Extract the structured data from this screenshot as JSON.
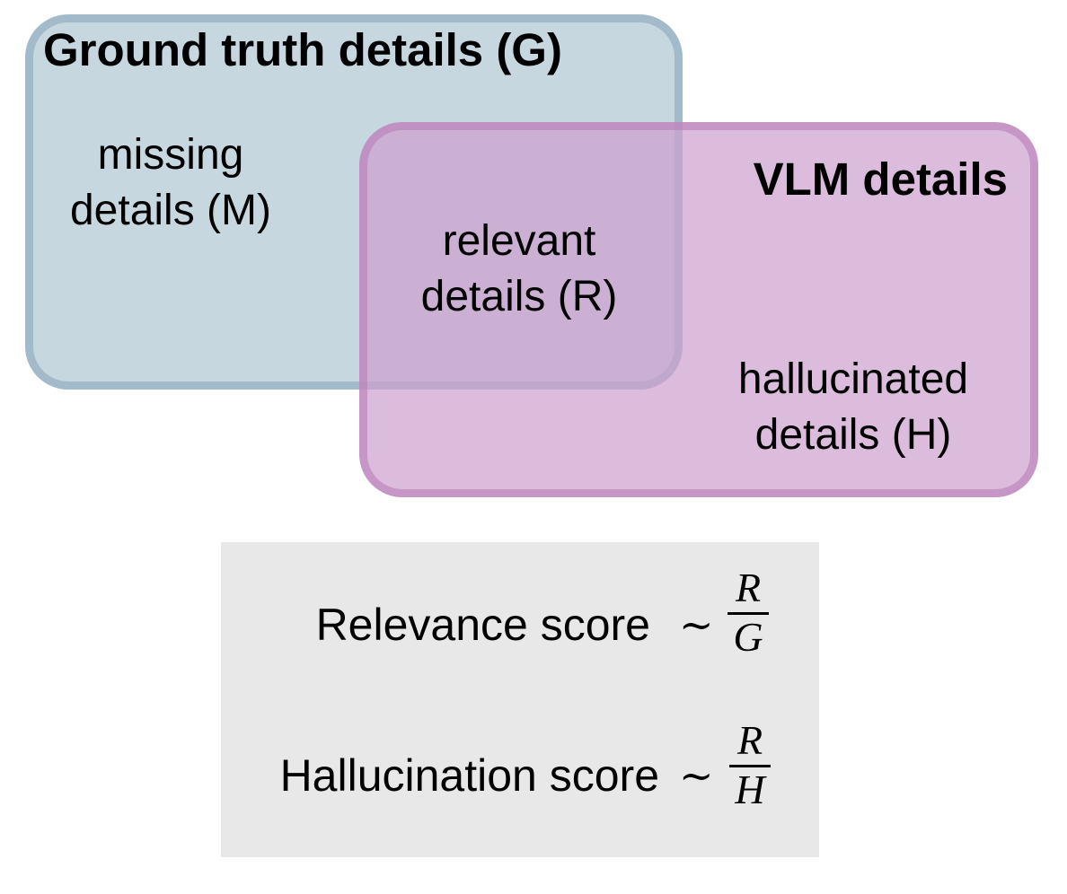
{
  "venn": {
    "ground_truth_title": "Ground truth details (G)",
    "vlm_title": "VLM details",
    "missing_line1": "missing",
    "missing_line2": "details (M)",
    "relevant_line1": "relevant",
    "relevant_line2": "details (R)",
    "hallucinated_line1": "hallucinated",
    "hallucinated_line2": "details (H)"
  },
  "scores": {
    "relevance_label": "Relevance score",
    "relevance_tilde": "~",
    "relevance_numerator": "R",
    "relevance_denominator": "G",
    "hallucination_label": "Hallucination score",
    "hallucination_tilde": "~",
    "hallucination_numerator": "R",
    "hallucination_denominator": "H"
  },
  "colors": {
    "ground_truth_fill": "#b2c8d4",
    "vlm_fill": "#cda0cd",
    "panel_background": "#e8e8e8"
  }
}
